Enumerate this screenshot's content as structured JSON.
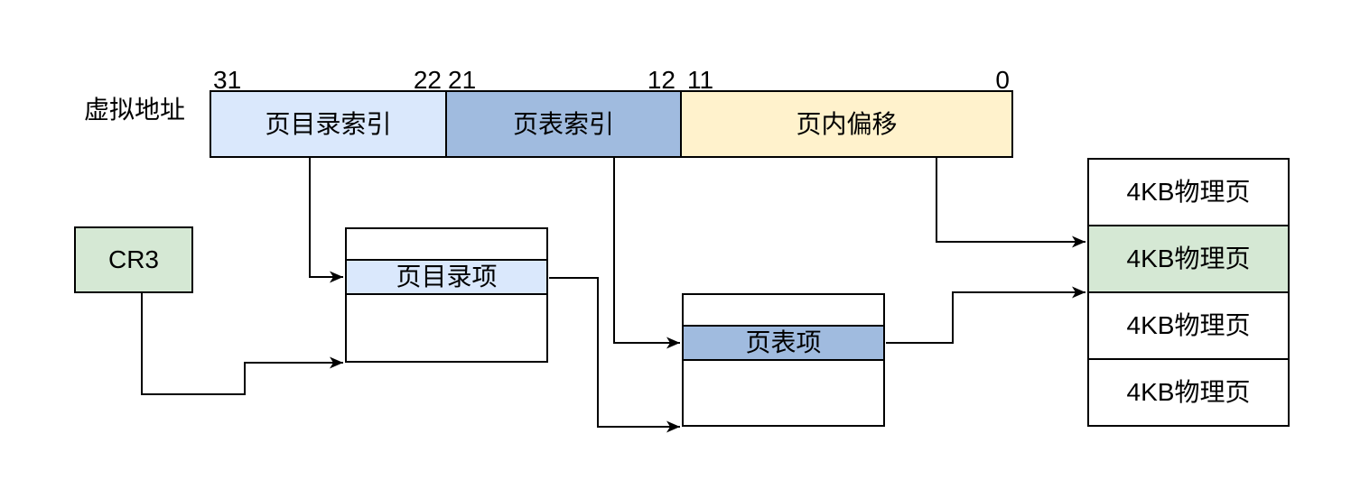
{
  "diagram": {
    "virtual_address_label": "虚拟地址",
    "bit_labels": {
      "b31": "31",
      "b22": "22",
      "b21": "21",
      "b12": "12",
      "b11": "11",
      "b0": "0"
    },
    "address_fields": {
      "directory_index": "页目录索引",
      "table_index": "页表索引",
      "offset": "页内偏移"
    },
    "cr3_label": "CR3",
    "page_directory_entry_label": "页目录项",
    "page_table_entry_label": "页表项",
    "physical_pages": [
      "4KB物理页",
      "4KB物理页",
      "4KB物理页",
      "4KB物理页"
    ],
    "highlighted_physical_page_index": 1,
    "colors": {
      "light_blue": "#dae8fc",
      "medium_blue": "#a0bbdf",
      "yellow": "#fff2cc",
      "green": "#d5e8d4",
      "line": "#000000",
      "background": "#ffffff"
    }
  }
}
